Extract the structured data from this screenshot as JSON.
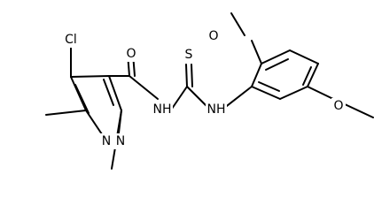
{
  "molecule": {
    "atoms": {
      "cl": "Cl",
      "o_carbonyl": "O",
      "s_thio": "S",
      "o_methoxy_top": "O",
      "o_methoxy_right": "O",
      "nh_amide": "NH",
      "nh_thio": "NH",
      "n_ring_left": "N",
      "n_ring_right": "N"
    }
  }
}
